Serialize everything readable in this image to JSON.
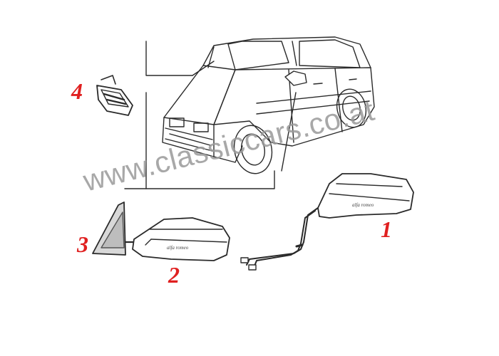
{
  "callouts": {
    "part1": "1",
    "part2": "2",
    "part3": "3",
    "part4": "4"
  },
  "watermark": "www.classiccars.co.at",
  "colors": {
    "callout": "#e02020",
    "line": "#2a2a2a",
    "watermark": "#9a9a9a"
  }
}
